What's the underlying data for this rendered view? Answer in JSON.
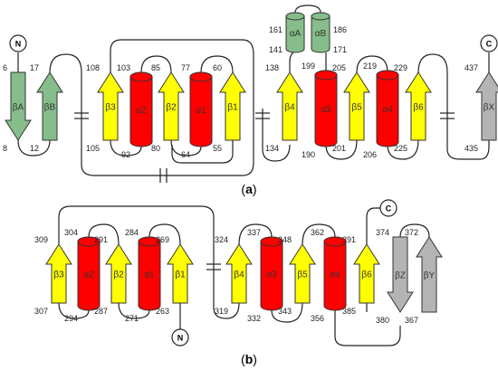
{
  "panels": [
    {
      "caption_left": "(",
      "caption_bold": "a",
      "caption_right": ")",
      "termini": [
        {
          "id": "a-N",
          "text": "N"
        },
        {
          "id": "a-C",
          "text": "C"
        }
      ],
      "elements": [
        {
          "id": "a-bA",
          "kind": "strand",
          "label": "βA",
          "color": "#86bd8a",
          "dir": "down",
          "start": "6",
          "end": "8"
        },
        {
          "id": "a-bB",
          "kind": "strand",
          "label": "βB",
          "color": "#86bd8a",
          "dir": "up",
          "start": "12",
          "end": "17"
        },
        {
          "id": "a-b3",
          "kind": "strand",
          "label": "β3",
          "color": "#ffff00",
          "dir": "up",
          "start": "105",
          "end": "108"
        },
        {
          "id": "a-a2",
          "kind": "helix",
          "label": "α2",
          "color": "#ff0000",
          "start": "92",
          "end": "103"
        },
        {
          "id": "a-b2",
          "kind": "strand",
          "label": "β2",
          "color": "#ffff00",
          "dir": "up",
          "start": "80",
          "end": "85"
        },
        {
          "id": "a-a1",
          "kind": "helix",
          "label": "α1",
          "color": "#ff0000",
          "start": "64",
          "end": "77"
        },
        {
          "id": "a-b1",
          "kind": "strand",
          "label": "β1",
          "color": "#ffff00",
          "dir": "up",
          "start": "55",
          "end": "60"
        },
        {
          "id": "a-b4",
          "kind": "strand",
          "label": "β4",
          "color": "#ffff00",
          "dir": "up",
          "start": "134",
          "end": "138"
        },
        {
          "id": "a-aA",
          "kind": "helix",
          "label": "αA",
          "color": "#86bd8a",
          "start": "141",
          "end": "161"
        },
        {
          "id": "a-aB",
          "kind": "helix",
          "label": "αB",
          "color": "#86bd8a",
          "start": "171",
          "end": "186"
        },
        {
          "id": "a-a3",
          "kind": "helix",
          "label": "α3",
          "color": "#ff0000",
          "start": "190",
          "end": "199"
        },
        {
          "id": "a-b5",
          "kind": "strand",
          "label": "β5",
          "color": "#ffff00",
          "dir": "up",
          "start": "201",
          "end": "205"
        },
        {
          "id": "a-a4",
          "kind": "helix",
          "label": "α4",
          "color": "#ff0000",
          "start": "206",
          "end": "219"
        },
        {
          "id": "a-b6",
          "kind": "strand",
          "label": "β6",
          "color": "#ffff00",
          "dir": "up",
          "start": "225",
          "end": "229"
        },
        {
          "id": "a-bX",
          "kind": "strand",
          "label": "βX",
          "color": "#b4b4b4",
          "dir": "up",
          "start": "435",
          "end": "437"
        }
      ]
    },
    {
      "caption_left": "(",
      "caption_bold": "b",
      "caption_right": ")",
      "termini": [
        {
          "id": "b-N",
          "text": "N"
        },
        {
          "id": "b-C",
          "text": "C"
        }
      ],
      "elements": [
        {
          "id": "b-b3",
          "kind": "strand",
          "label": "β3",
          "color": "#ffff00",
          "dir": "up",
          "start": "307",
          "end": "309"
        },
        {
          "id": "b-a2",
          "kind": "helix",
          "label": "α2",
          "color": "#ff0000",
          "start": "294",
          "end": "304"
        },
        {
          "id": "b-b2",
          "kind": "strand",
          "label": "β2",
          "color": "#ffff00",
          "dir": "up",
          "start": "287",
          "end": "291"
        },
        {
          "id": "b-a1",
          "kind": "helix",
          "label": "α1",
          "color": "#ff0000",
          "start": "271",
          "end": "284"
        },
        {
          "id": "b-b1",
          "kind": "strand",
          "label": "β1",
          "color": "#ffff00",
          "dir": "up",
          "start": "263",
          "end": "269"
        },
        {
          "id": "b-b4",
          "kind": "strand",
          "label": "β4",
          "color": "#ffff00",
          "dir": "up",
          "start": "319",
          "end": "324"
        },
        {
          "id": "b-a3",
          "kind": "helix",
          "label": "α3",
          "color": "#ff0000",
          "start": "332",
          "end": "337"
        },
        {
          "id": "b-b5",
          "kind": "strand",
          "label": "β5",
          "color": "#ffff00",
          "dir": "up",
          "start": "343",
          "end": "348"
        },
        {
          "id": "b-a4",
          "kind": "helix",
          "label": "α4",
          "color": "#ff0000",
          "start": "356",
          "end": "362"
        },
        {
          "id": "b-b6",
          "kind": "strand",
          "label": "β6",
          "color": "#ffff00",
          "dir": "up",
          "start": "385",
          "end": "391"
        },
        {
          "id": "b-bZ",
          "kind": "strand",
          "label": "βZ",
          "color": "#b4b4b4",
          "dir": "down",
          "start": "374",
          "end": "380"
        },
        {
          "id": "b-bY",
          "kind": "strand",
          "label": "βY",
          "color": "#b4b4b4",
          "dir": "up",
          "start": "367",
          "end": "372"
        }
      ]
    }
  ]
}
